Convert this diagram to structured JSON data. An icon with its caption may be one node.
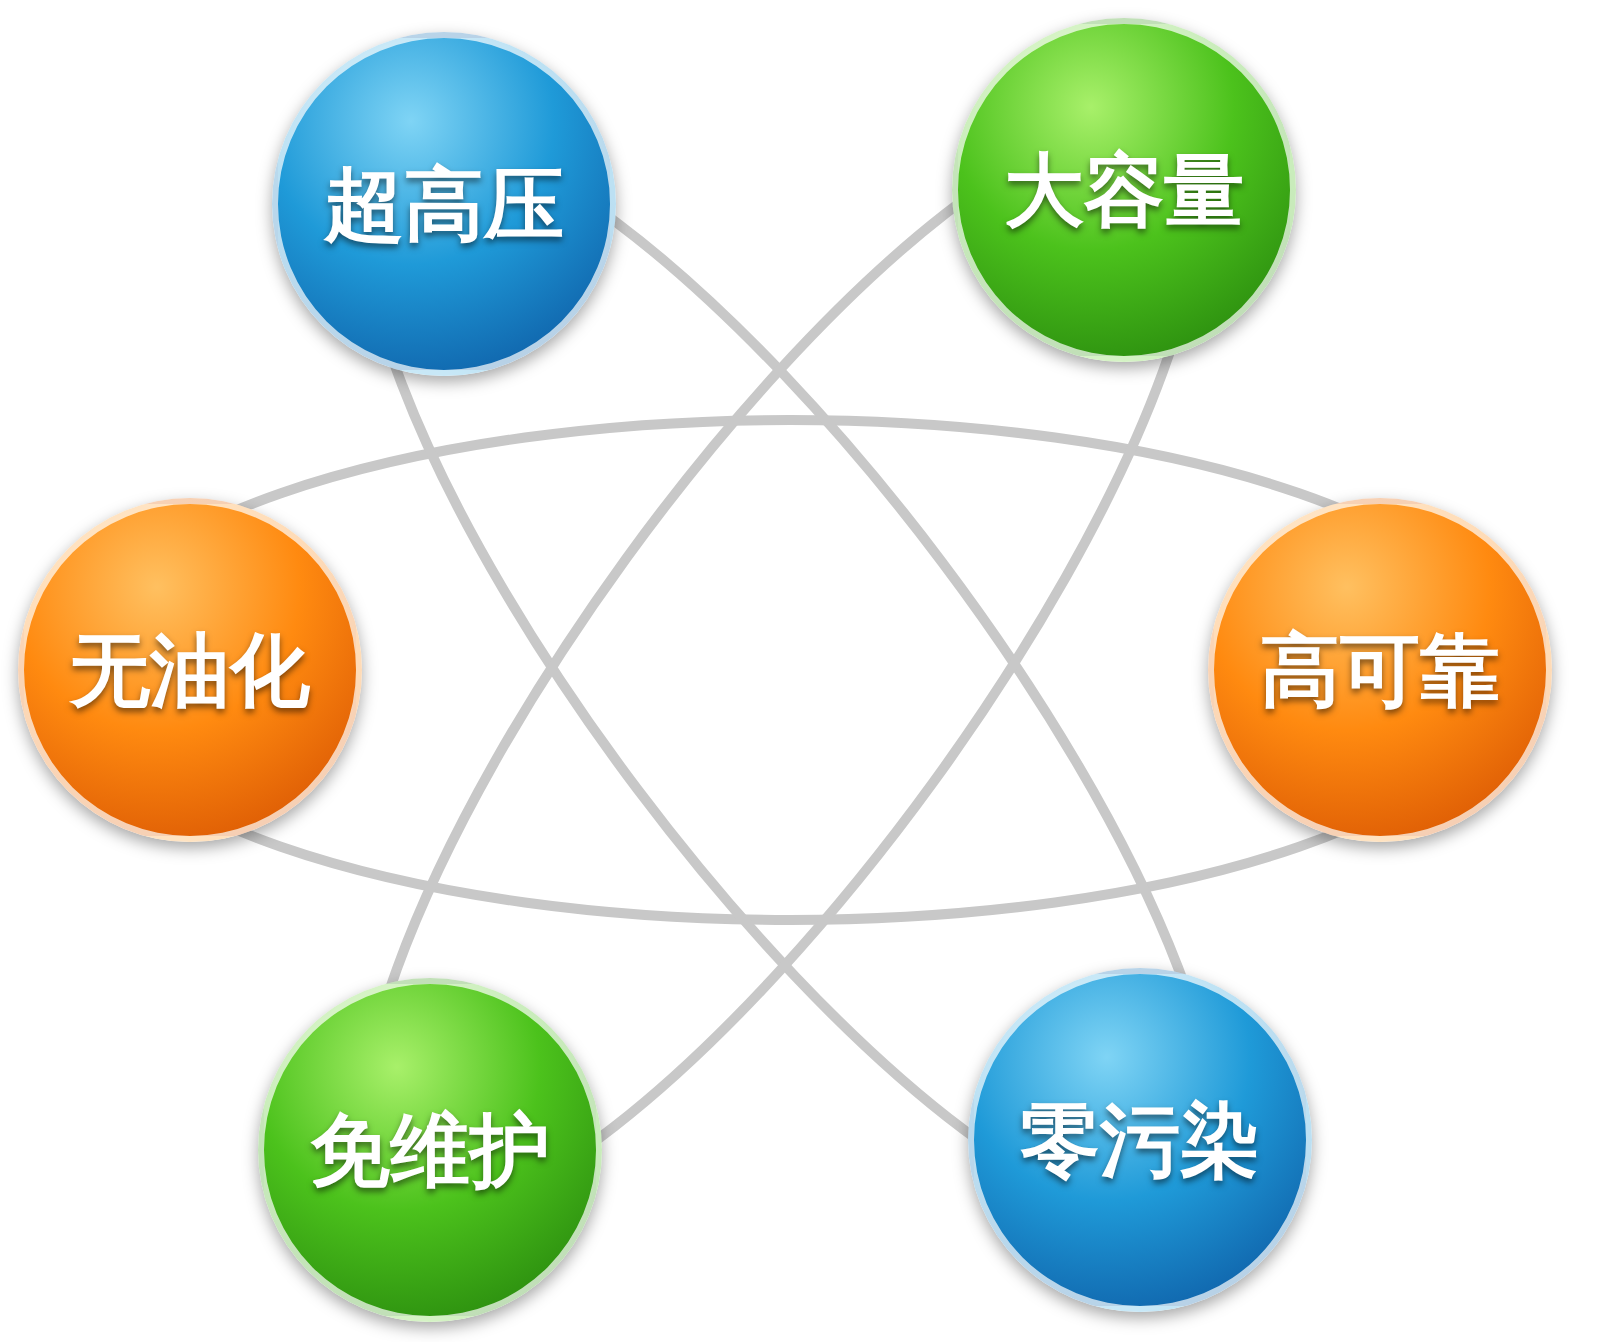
{
  "diagram": {
    "nodes": [
      {
        "text": [
          "超高压"
        ]
      },
      {
        "text": [
          "大容量"
        ]
      },
      {
        "text": [
          "无油化"
        ]
      },
      {
        "text": [
          "高可靠"
        ]
      },
      {
        "text": [
          "免维护"
        ]
      },
      {
        "text": [
          "零污染"
        ]
      }
    ]
  }
}
